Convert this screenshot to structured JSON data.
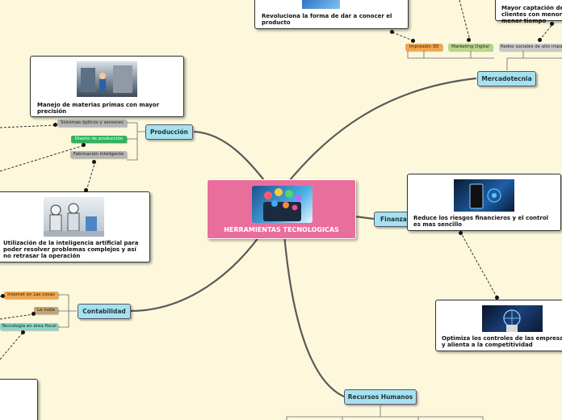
{
  "central": {
    "title": "HERRAMIENTAS TECNOLOGICAS",
    "image_icon": "tablet-apps-icon"
  },
  "branches": {
    "mercadotecnia": "Mercadotecnia",
    "produccion": "Producción",
    "finanzas": "Finanzas",
    "contabilidad": "Contabilidad",
    "recursos_humanos": "Recursos Humanos"
  },
  "tags": {
    "impresion_3d": "Impresión 3D",
    "marketing_digital": "Marketing Digital",
    "redes_sociales": "Redes sociales de alto impacto",
    "sistemas_opticos": "Sistemas ópticos y sensores",
    "diseno_produccion": "Diseño de producción",
    "fabricacion_inteligente": "Fabricación inteligente",
    "internet_cosas": "Internet en Las cosas",
    "la_nube": "La nube",
    "tecnologia_fiscal": "Tecnología en área fiscal"
  },
  "cards": {
    "impresion": "Revoluciona la forma de dar a conocer el producto",
    "redes": "Mayor captación de clientes con menor costo y menor tiempo",
    "materias": "Manejo de materias primas con mayor precisión",
    "ia": "Utilización de la inteligencia artificial para poder resolver problemas complejos y así no retrasar la operación",
    "riesgos": "Reduce los riesgos financieros y el control es mas sencillo",
    "controles": "Optimiza los controles de las empresas y alienta a la competitividad"
  },
  "colors": {
    "background": "#fdf8dc",
    "central": "#ea6e9c",
    "branch": "#a6e1f0",
    "tag_orange": "#f0a64e",
    "tag_green_light": "#b9d68a",
    "tag_gray": "#b5b5b5",
    "tag_green": "#2fb35d",
    "tag_brown": "#c4a473",
    "tag_teal": "#88d6c8",
    "connector": "#555555"
  }
}
